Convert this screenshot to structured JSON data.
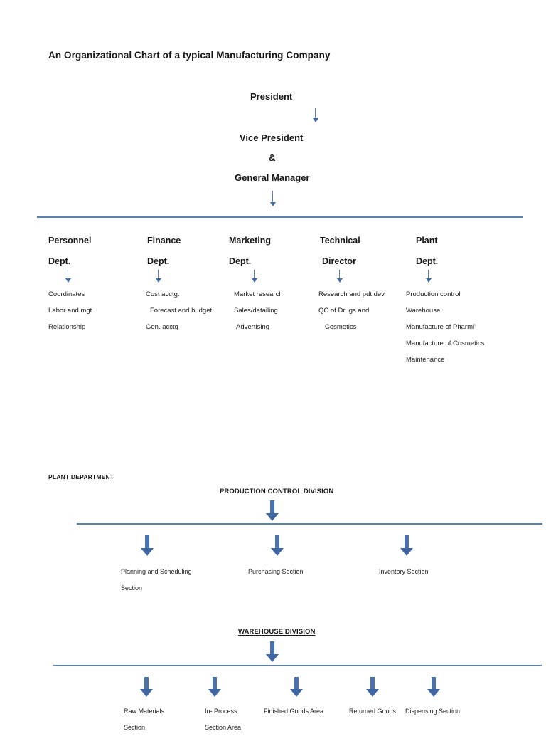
{
  "document": {
    "title": "An Organizational Chart of a typical Manufacturing Company"
  },
  "colors": {
    "arrow": "#4a72ad",
    "rule": "#5b83ae",
    "text": "#1a1a1a"
  },
  "hierarchy": {
    "president": "President",
    "vice_president": "Vice President",
    "ampersand": "&",
    "general_manager": "General Manager"
  },
  "departments": [
    {
      "head_line1": "Personnel",
      "head_line2": "Dept.",
      "items": [
        "Coordinates",
        "Labor and mgt",
        "Relationship"
      ]
    },
    {
      "head_line1": "Finance",
      "head_line2": "Dept.",
      "items": [
        "Cost acctg.",
        "Forecast and budget",
        "Gen. acctg"
      ]
    },
    {
      "head_line1": "Marketing",
      "head_line2": "Dept.",
      "items": [
        "Market research",
        "Sales/detailing",
        "Advertising"
      ]
    },
    {
      "head_line1": "Technical",
      "head_line2": "Director",
      "items": [
        "Research and pdt dev",
        "QC of Drugs and",
        "Cosmetics"
      ]
    },
    {
      "head_line1": "Plant",
      "head_line2": "Dept.",
      "items": [
        "Production control",
        "Warehouse",
        "Manufacture of Pharml'",
        "Manufacture of Cosmetics",
        "Maintenance"
      ]
    }
  ],
  "plant_section": {
    "label": "PLANT DEPARTMENT",
    "divisions": [
      {
        "title": "PRODUCTION CONTROL DIVISION",
        "sections": [
          {
            "line1": "Planning and Scheduling",
            "line2": "Section",
            "underlined": false
          },
          {
            "line1": "Purchasing Section",
            "line2": "",
            "underlined": false
          },
          {
            "line1": "Inventory Section",
            "line2": "",
            "underlined": false
          }
        ]
      },
      {
        "title": "WAREHOUSE DIVISION",
        "sections": [
          {
            "line1": "Raw Materials",
            "line2": "Section",
            "underlined": true
          },
          {
            "line1": "In- Process",
            "line2": "Section Area",
            "underlined": true
          },
          {
            "line1": "Finished Goods Area",
            "line2": "",
            "underlined": true
          },
          {
            "line1": "Returned Goods",
            "line2": "",
            "underlined": true
          },
          {
            "line1": "Dispensing Section",
            "line2": "",
            "underlined": true
          }
        ]
      }
    ]
  }
}
